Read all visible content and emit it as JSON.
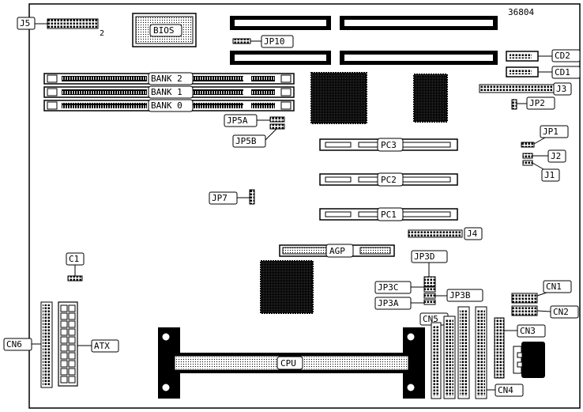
{
  "diagram": {
    "board_id": "36804",
    "colors": {
      "ink": "#000000",
      "paper": "#ffffff",
      "dotted_fill": "#e8e8e8"
    },
    "labels": {
      "J5": "J5",
      "J5_pin": "2",
      "BIOS": "BIOS",
      "JP10": "JP10",
      "CD2": "CD2",
      "CD1": "CD1",
      "J3": "J3",
      "JP2": "JP2",
      "BANK2": "BANK 2",
      "BANK1": "BANK 1",
      "BANK0": "BANK 0",
      "JP5A": "JP5A",
      "JP5B": "JP5B",
      "JP1": "JP1",
      "J2": "J2",
      "J1": "J1",
      "PC3": "PC3",
      "PC2": "PC2",
      "PC1": "PC1",
      "JP7": "JP7",
      "J4": "J4",
      "AGP": "AGP",
      "C1": "C1",
      "JP3D": "JP3D",
      "JP3C": "JP3C",
      "JP3B": "JP3B",
      "JP3A": "JP3A",
      "CN1": "CN1",
      "CN2": "CN2",
      "CN5": "CN5",
      "CN3": "CN3",
      "CN6": "CN6",
      "ATX": "ATX",
      "CPU": "CPU",
      "CN4": "CN4"
    }
  }
}
